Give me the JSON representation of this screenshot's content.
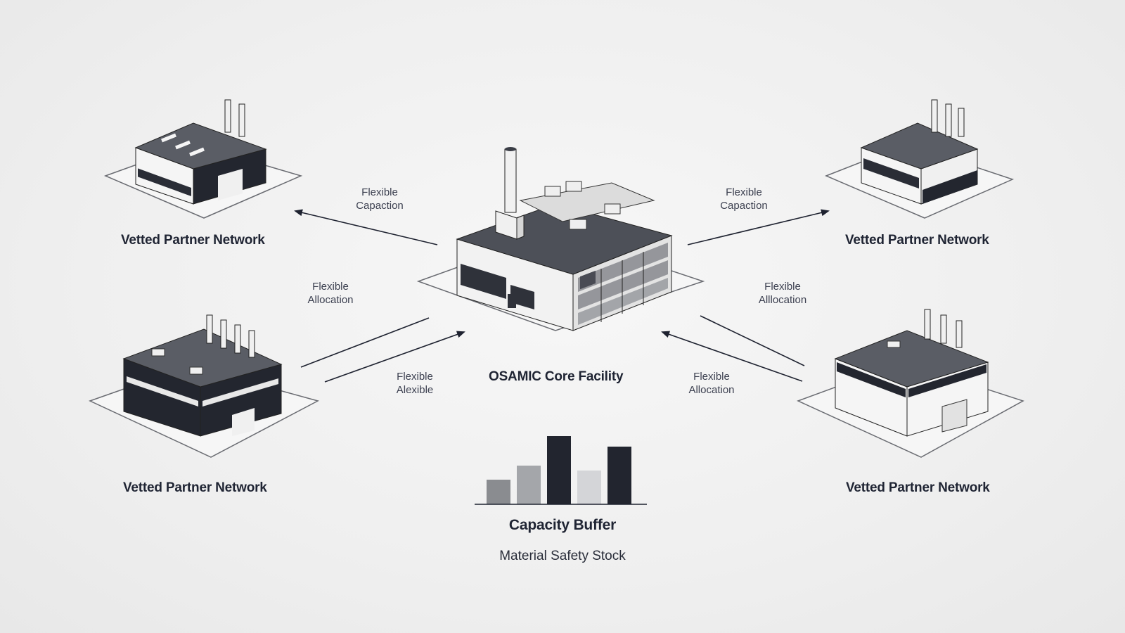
{
  "core": {
    "label": "OSAMIC Core Facility"
  },
  "partners": [
    {
      "label": "Vetted Partner Network"
    },
    {
      "label": "Vetted Partner Network"
    },
    {
      "label": "Vetted Partner Network"
    },
    {
      "label": "Vetted Partner Network"
    }
  ],
  "flows": {
    "top_left": {
      "line1": "Flexible",
      "line2": "Capaction"
    },
    "top_right": {
      "line1": "Flexible",
      "line2": "Capaction"
    },
    "mid_left": {
      "line1": "Flexible",
      "line2": "Allocation"
    },
    "mid_right": {
      "line1": "Flexible",
      "line2": "Alllocation"
    },
    "bottom_left": {
      "line1": "Flexible",
      "line2": "Alexible"
    },
    "bottom_right": {
      "line1": "Flexible",
      "line2": "Allocation"
    }
  },
  "buffer": {
    "title": "Capacity Buffer",
    "subtitle": "Material Safety Stock",
    "bars": [
      {
        "value": 35,
        "color": "#8a8c90"
      },
      {
        "value": 55,
        "color": "#a4a6aa"
      },
      {
        "value": 97,
        "color": "#22252f"
      },
      {
        "value": 48,
        "color": "#d4d5d8"
      },
      {
        "value": 82,
        "color": "#22252f"
      }
    ]
  },
  "colors": {
    "ink": "#1e2230",
    "roof": "#5b5e66",
    "wall_light": "#f4f4f4",
    "wall_dark": "#22252f"
  }
}
